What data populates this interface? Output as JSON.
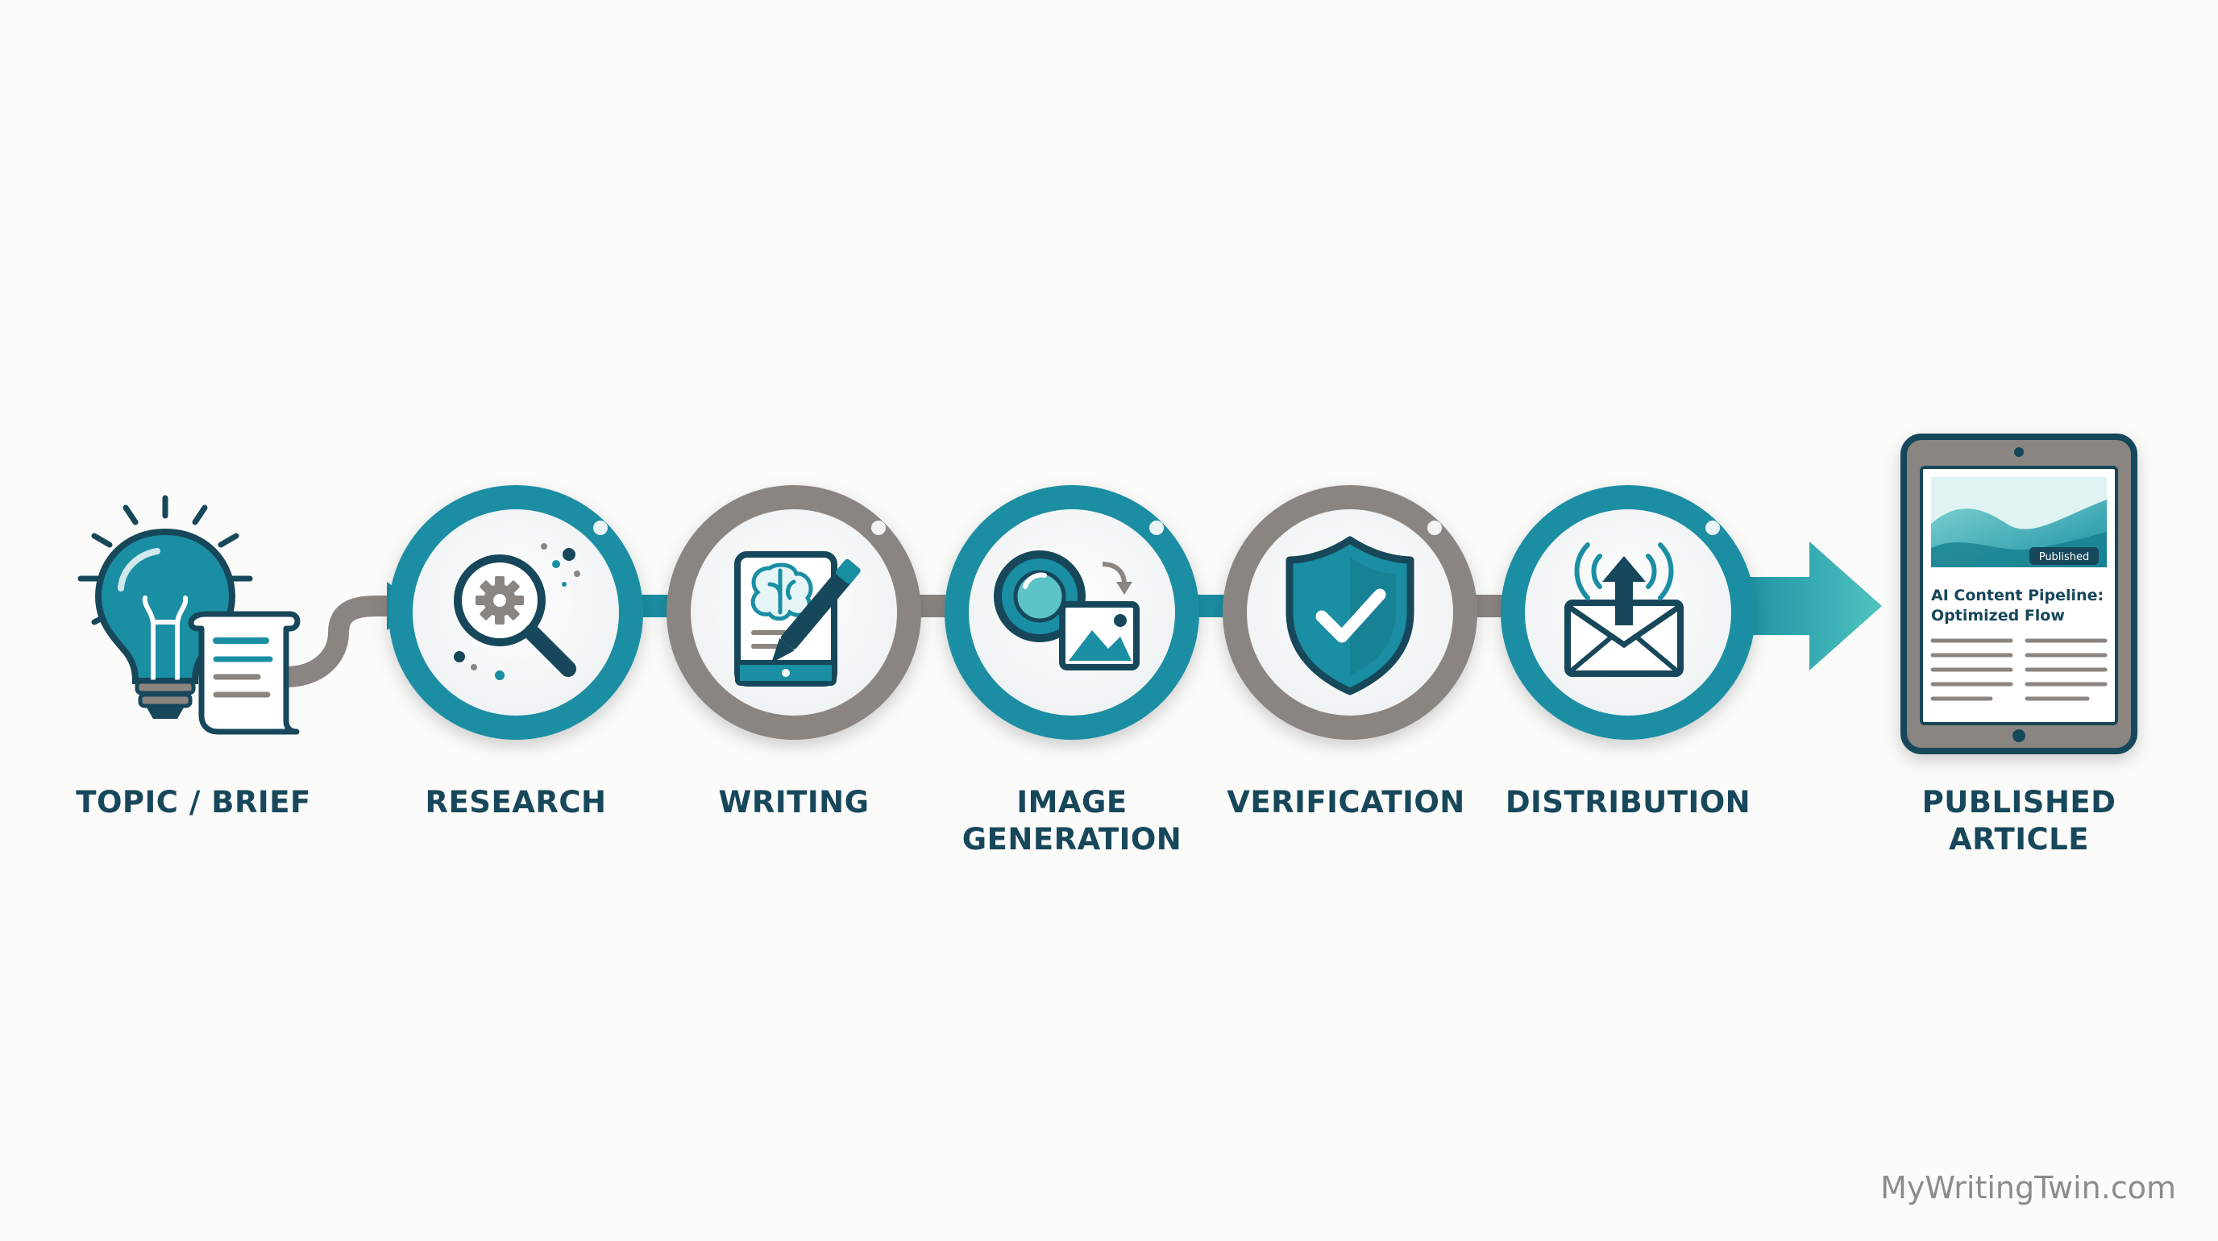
{
  "steps": [
    {
      "id": "topic",
      "lines": [
        "TOPIC / BRIEF"
      ],
      "icon": "lightbulb-document-icon"
    },
    {
      "id": "research",
      "lines": [
        "RESEARCH"
      ],
      "icon": "magnifier-gear-icon",
      "ring": "teal"
    },
    {
      "id": "writing",
      "lines": [
        "WRITING"
      ],
      "icon": "tablet-brain-pen-icon",
      "ring": "gray"
    },
    {
      "id": "image",
      "lines": [
        "IMAGE",
        "GENERATION"
      ],
      "icon": "lens-picture-icon",
      "ring": "teal"
    },
    {
      "id": "verification",
      "lines": [
        "VERIFICATION"
      ],
      "icon": "shield-check-icon",
      "ring": "gray"
    },
    {
      "id": "distribution",
      "lines": [
        "DISTRIBUTION"
      ],
      "icon": "envelope-broadcast-icon",
      "ring": "teal"
    },
    {
      "id": "published",
      "lines": [
        "PUBLISHED",
        "ARTICLE"
      ],
      "icon": "tablet-article-icon"
    }
  ],
  "tablet": {
    "badge": "Published",
    "title_line1": "AI Content Pipeline:",
    "title_line2": "Optimized Flow"
  },
  "watermark": "MyWritingTwin.com",
  "colors": {
    "teal": "#1a8ea3",
    "teal_dark": "#15697c",
    "gray": "#8a8580",
    "navy": "#17475a",
    "background": "#fbfbf9"
  }
}
